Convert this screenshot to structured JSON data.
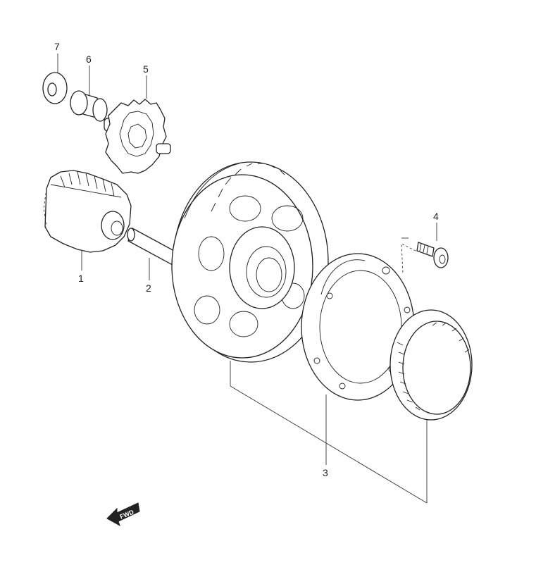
{
  "callouts": {
    "c1": "1",
    "c2": "2",
    "c3": "3",
    "c4": "4",
    "c5": "5",
    "c6": "6",
    "c7": "7"
  },
  "direction_arrow": {
    "label": "FWD",
    "icon": "fwd-arrow-icon"
  },
  "colors": {
    "line": "#222222",
    "background": "#ffffff"
  }
}
